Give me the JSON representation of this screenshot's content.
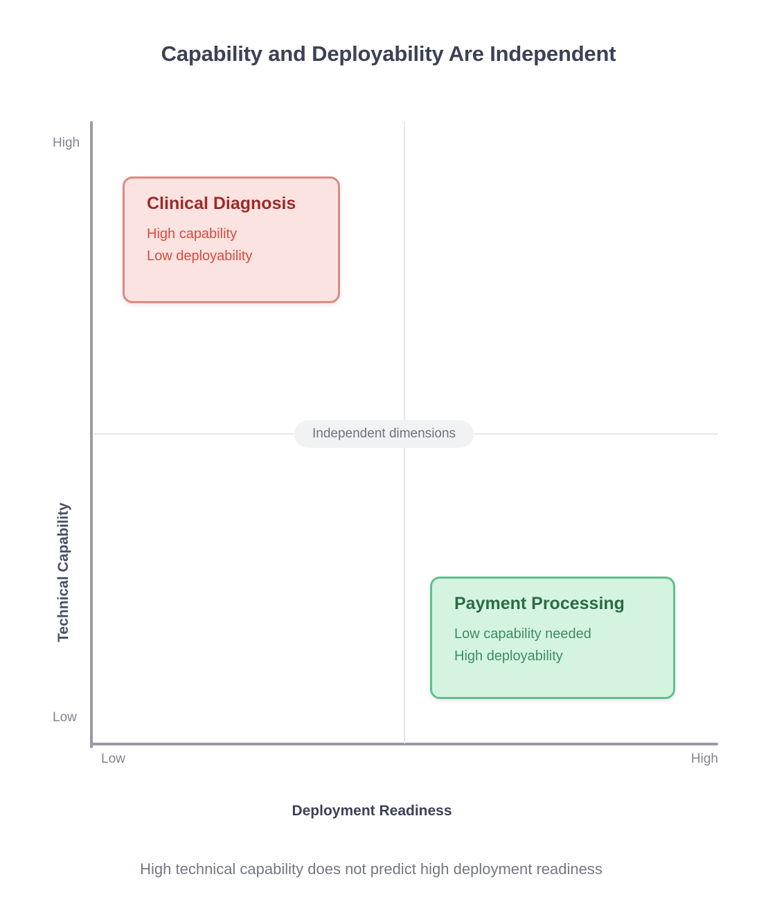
{
  "title": "Capability and Deployability Are Independent",
  "caption": "High technical capability does not predict high deployment readiness",
  "center_badge": "Independent dimensions",
  "axes": {
    "x_title": "Deployment Readiness",
    "y_title": "Technical Capability",
    "x_low": "Low",
    "x_high": "High",
    "y_low": "Low",
    "y_high": "High"
  },
  "cards": {
    "clinical": {
      "title": "Clinical Diagnosis",
      "line1": "High capability",
      "line2": "Low deployability",
      "border_color": "#e08781",
      "bg_color": "#fbe3e1",
      "title_color": "#9c2a28",
      "text_color": "#d94a3c"
    },
    "payment": {
      "title": "Payment Processing",
      "line1": "Low capability needed",
      "line2": "High deployability",
      "border_color": "#5fbf8e",
      "bg_color": "#d4f4e0",
      "title_color": "#2c6b44",
      "text_color": "#3f8c61"
    }
  },
  "chart_data": {
    "type": "scatter",
    "title": "Capability and Deployability Are Independent",
    "xlabel": "Deployment Readiness",
    "ylabel": "Technical Capability",
    "xticklabels": [
      "Low",
      "High"
    ],
    "yticklabels": [
      "Low",
      "High"
    ],
    "xlim": [
      0,
      1
    ],
    "ylim": [
      0,
      1
    ],
    "grid": false,
    "legend": null,
    "quadrant_dividers": {
      "x": 0.5,
      "y": 0.5
    },
    "annotations": [
      {
        "label": "Independent dimensions",
        "x": 0.5,
        "y": 0.5,
        "style": "pill"
      }
    ],
    "points": [
      {
        "name": "Clinical Diagnosis",
        "x": 0.2,
        "y": 0.85,
        "quadrant": "top-left",
        "detail": [
          "High capability",
          "Low deployability"
        ],
        "color": "#d94a3c"
      },
      {
        "name": "Payment Processing",
        "x": 0.8,
        "y": 0.15,
        "quadrant": "bottom-right",
        "detail": [
          "Low capability needed",
          "High deployability"
        ],
        "color": "#3f8c61"
      }
    ],
    "subtitle": "High technical capability does not predict high deployment readiness"
  }
}
